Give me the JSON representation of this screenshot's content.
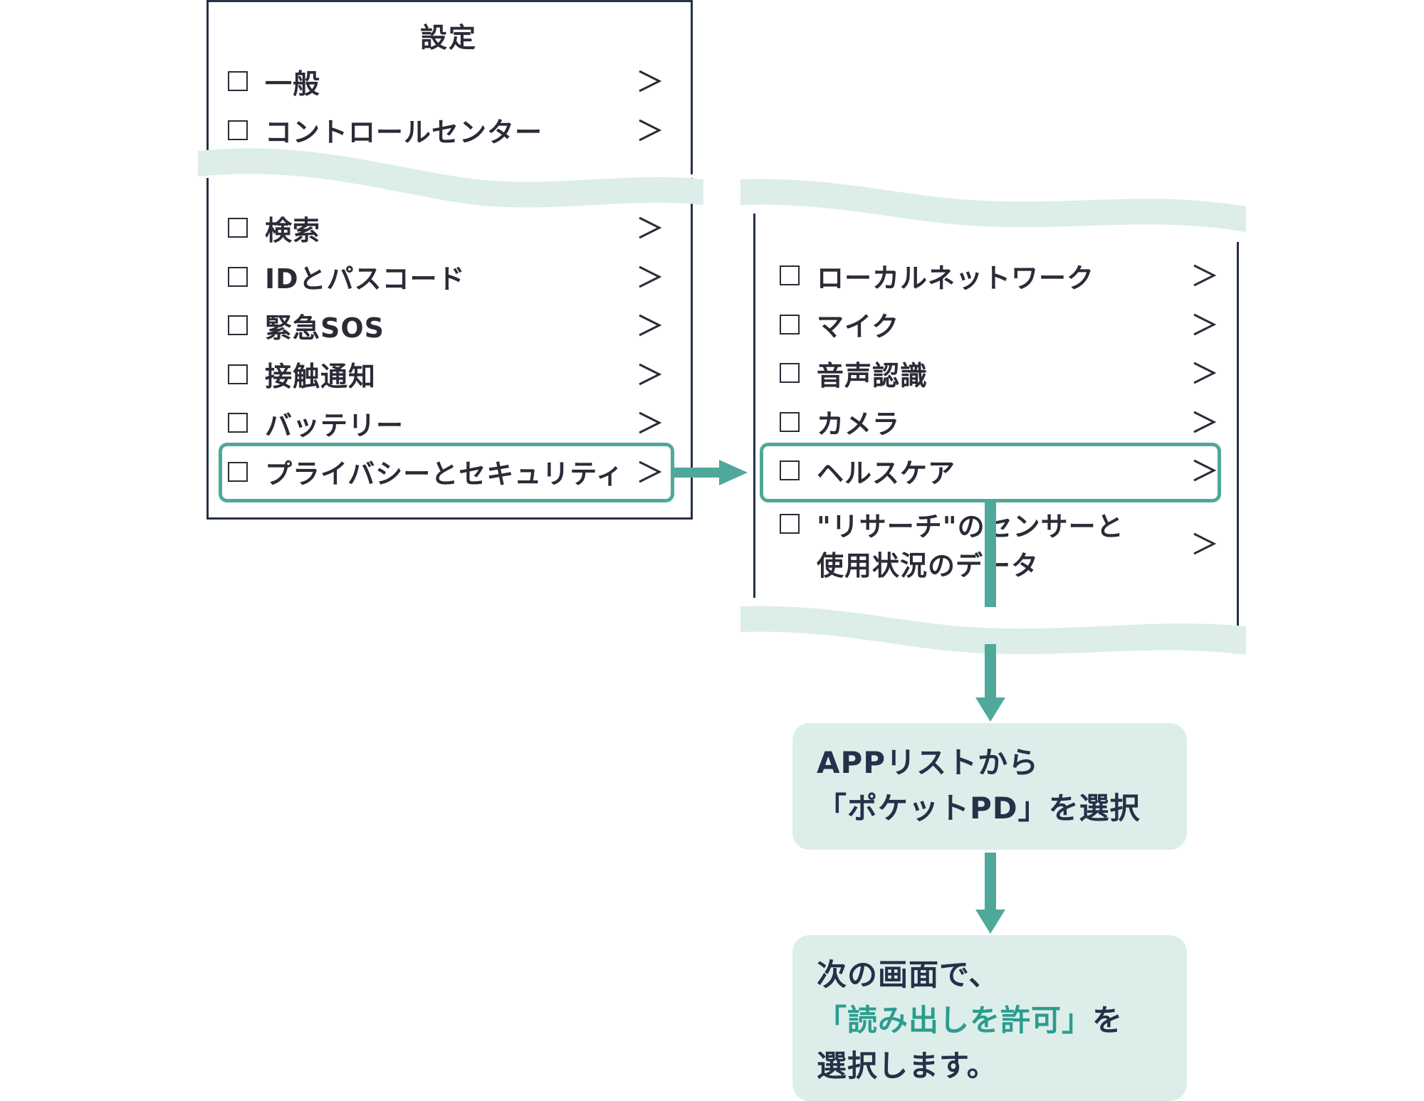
{
  "left_panel": {
    "title": "設定",
    "items_top": [
      {
        "label": "一般",
        "chevron": ">"
      },
      {
        "label": "コントロールセンター",
        "chevron": ">"
      }
    ],
    "items_bottom": [
      {
        "label": "検索",
        "chevron": ">"
      },
      {
        "label": "IDとパスコード",
        "chevron": ">"
      },
      {
        "label": "緊急SOS",
        "chevron": ">"
      },
      {
        "label": "接触通知",
        "chevron": ">"
      },
      {
        "label": "バッテリー",
        "chevron": ">"
      },
      {
        "label": "プライバシーとセキュリティ",
        "chevron": ">",
        "highlighted": true
      }
    ]
  },
  "right_panel": {
    "items": [
      {
        "label": "ローカルネットワーク",
        "chevron": ">"
      },
      {
        "label": "マイク",
        "chevron": ">"
      },
      {
        "label": "音声認識",
        "chevron": ">"
      },
      {
        "label": "カメラ",
        "chevron": ">"
      },
      {
        "label": "ヘルスケア",
        "chevron": ">",
        "highlighted": true
      }
    ],
    "last_item": {
      "line1": "\"リサーチ\"のセンサーと",
      "line2": "使用状況のデータ",
      "chevron": ">"
    }
  },
  "steps": {
    "step1": {
      "line1": "APPリストから",
      "line2": "「ポケットPD」を選択"
    },
    "step2": {
      "line1": "次の画面で、",
      "line2_highlight": "「読み出しを許可」",
      "line2_rest": "を",
      "line3": "選択します。"
    }
  },
  "colors": {
    "accent": "#4ea99a",
    "highlight_text": "#2c9c8e",
    "wave": "#ddeeea",
    "border": "#253049",
    "text": "#2b2b38"
  }
}
